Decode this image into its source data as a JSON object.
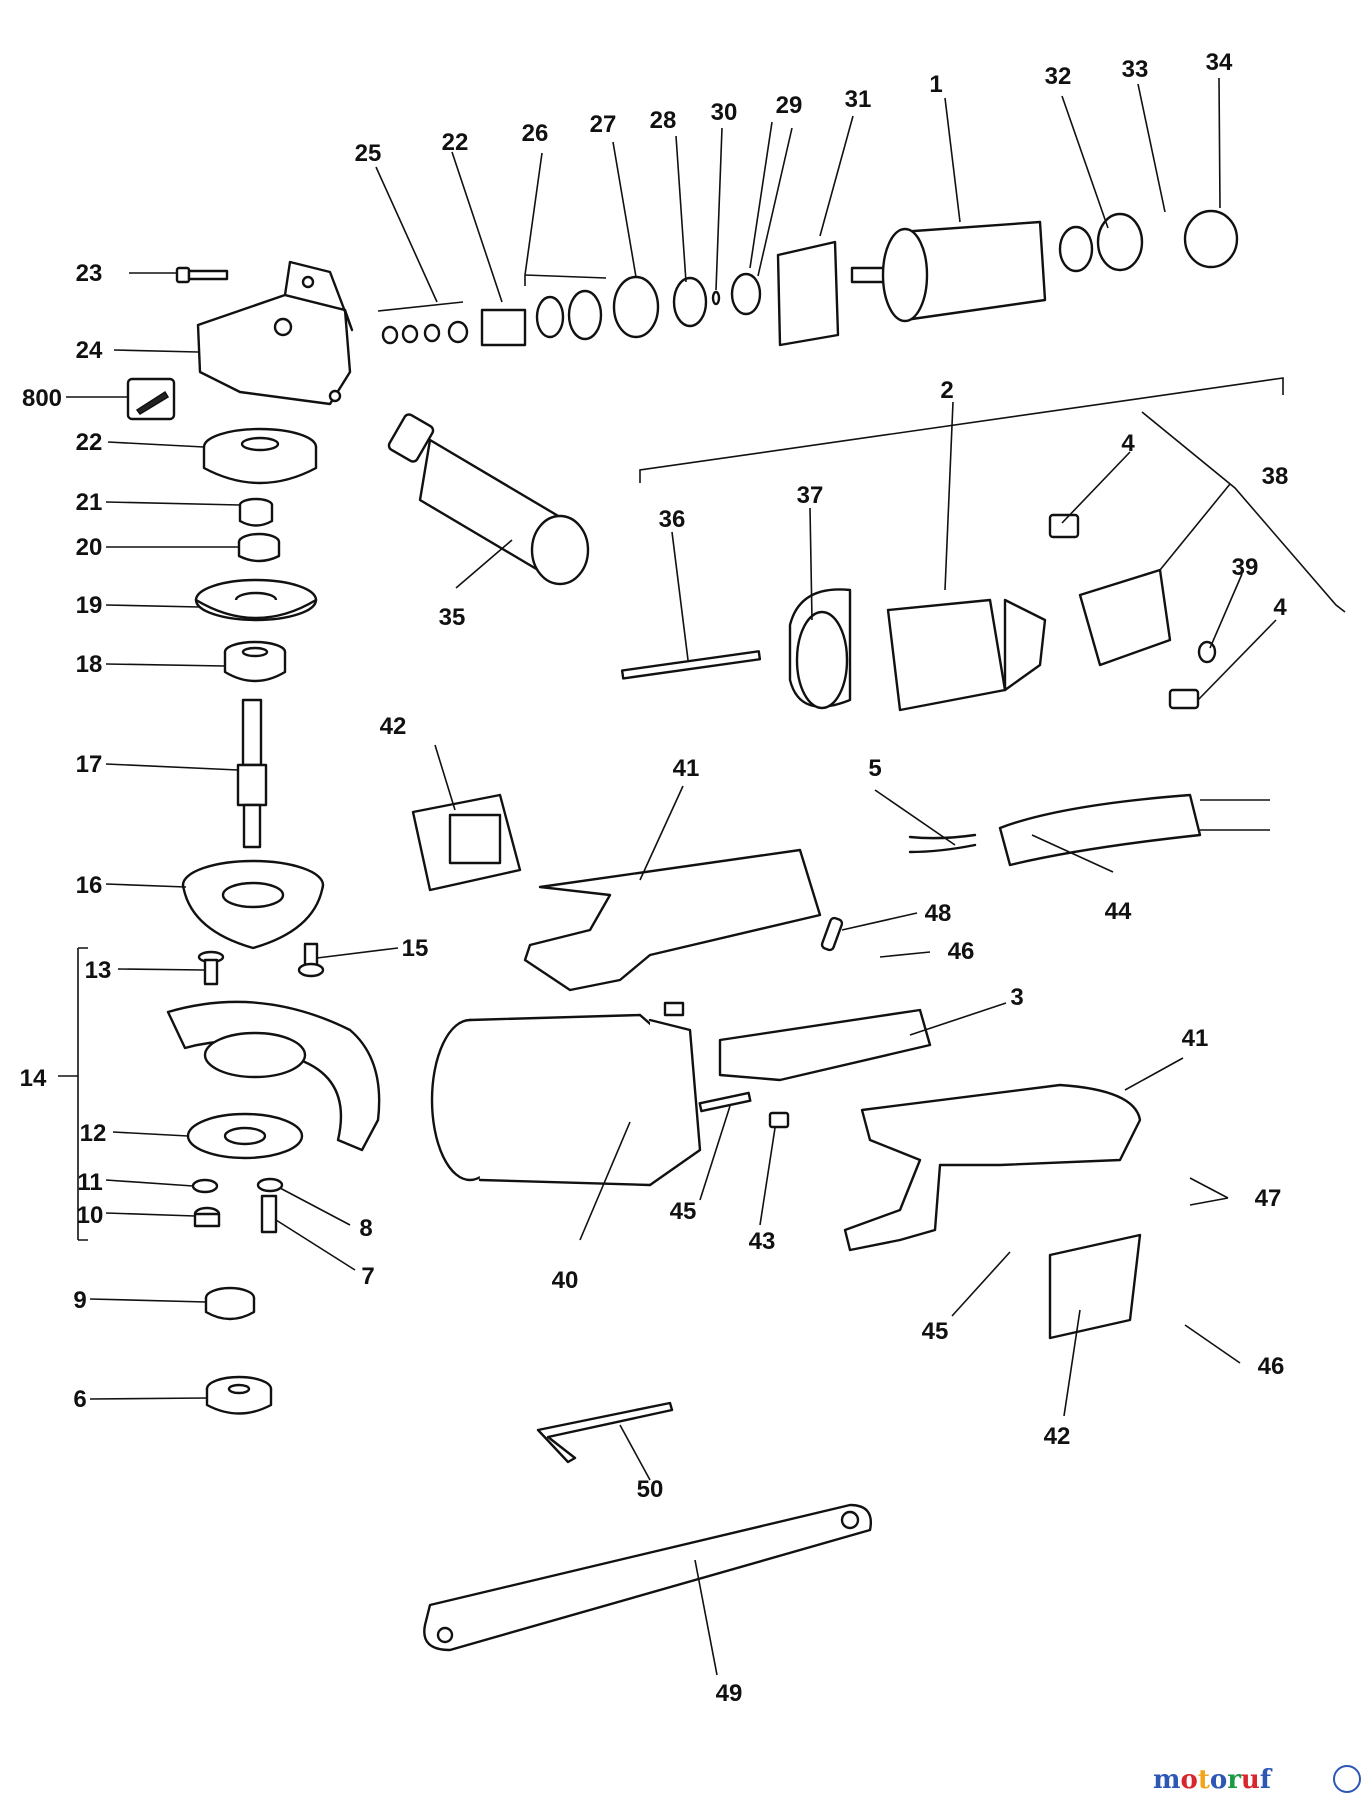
{
  "diagram": {
    "callouts": [
      "1",
      "2",
      "3",
      "4",
      "4",
      "5",
      "6",
      "7",
      "8",
      "9",
      "10",
      "11",
      "12",
      "13",
      "14",
      "15",
      "16",
      "17",
      "18",
      "19",
      "20",
      "21",
      "22",
      "22",
      "23",
      "24",
      "25",
      "26",
      "27",
      "28",
      "29",
      "30",
      "31",
      "32",
      "33",
      "34",
      "35",
      "36",
      "37",
      "38",
      "39",
      "40",
      "41",
      "41",
      "42",
      "42",
      "43",
      "44",
      "45",
      "45",
      "46",
      "46",
      "47",
      "48",
      "49",
      "50",
      "800"
    ]
  },
  "watermark": {
    "text": "motoruf",
    "colors": [
      "#2d57b5",
      "#d7262d",
      "#f2a51c",
      "#2d57b5",
      "#1a9a44",
      "#d7262d",
      "#2d57b5"
    ]
  }
}
